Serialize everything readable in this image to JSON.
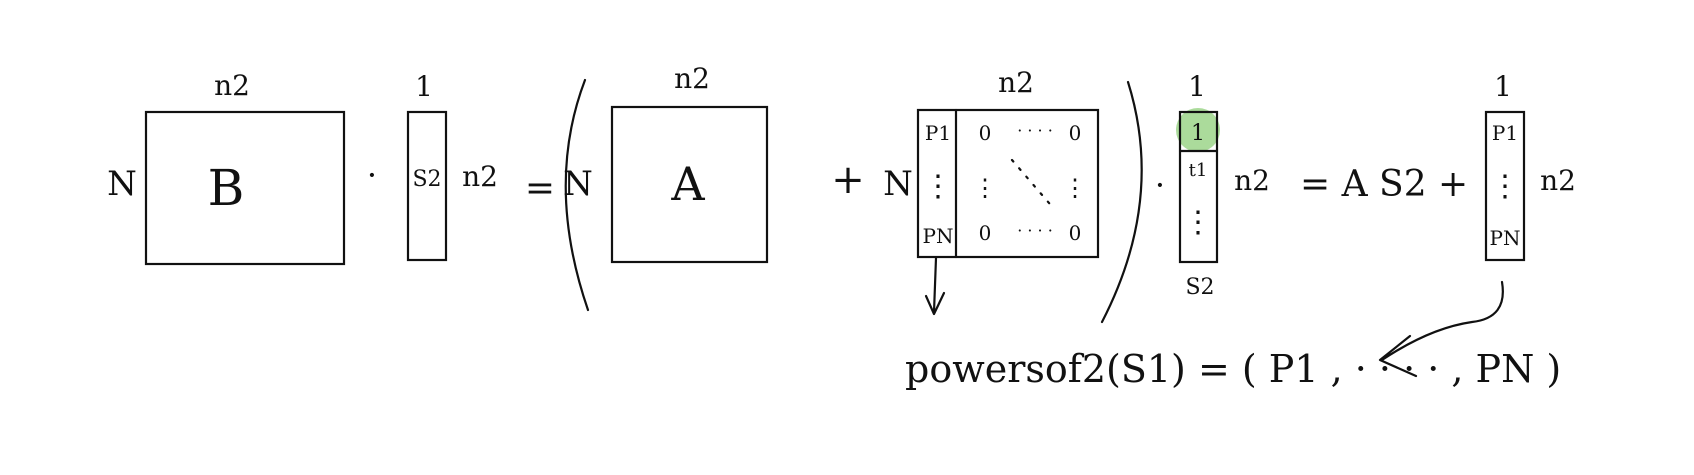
{
  "labels": {
    "n2": "n2",
    "N": "N",
    "one": "1",
    "B": "B",
    "A": "A",
    "s2": "S2",
    "dot": "·",
    "equals": "=",
    "plus": "+",
    "p1": "P1",
    "pN": "PN",
    "zero": "0",
    "dots_h": "· · · ·",
    "dots_v": "⋮",
    "t1": "t1",
    "s2_below": "S2",
    "rhs": "= A S2 +"
  },
  "footnote": "powersof2(S1) = ( P1 , · · · · , PN )",
  "colors": {
    "highlight": "#8fcf7a",
    "ink": "#111111"
  }
}
